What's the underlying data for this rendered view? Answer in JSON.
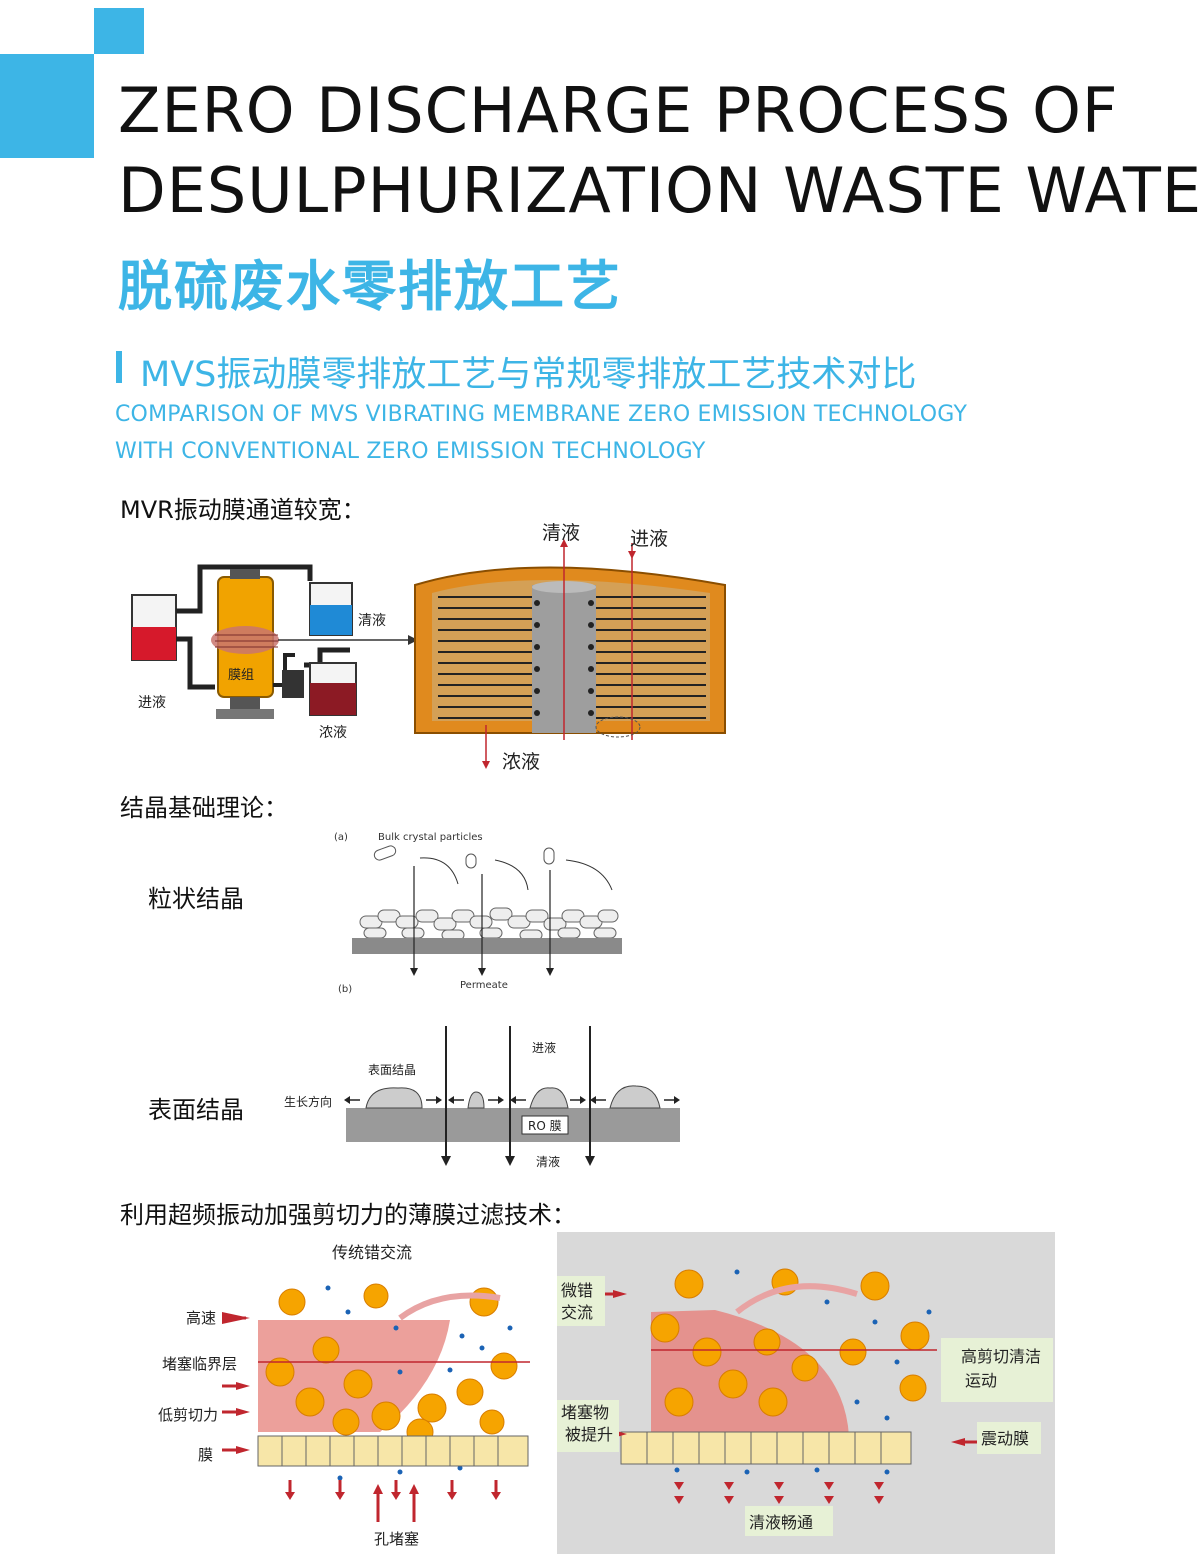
{
  "header": {
    "title_en_line1": "ZERO DISCHARGE PROCESS OF",
    "title_en_line2": "DESULPHURIZATION WASTE WATER",
    "title_cn": "脱硫废水零排放工艺",
    "accent_color": "#3db5e6"
  },
  "section": {
    "title_cn": "MVS振动膜零排放工艺与常规零排放工艺技术对比",
    "title_en_line1": "COMPARISON OF MVS VIBRATING MEMBRANE ZERO EMISSION TECHNOLOGY",
    "title_en_line2": "WITH CONVENTIONAL ZERO EMISSION TECHNOLOGY"
  },
  "fig1": {
    "caption": "MVR振动膜通道较宽：",
    "feed": "进液",
    "clear": "清液",
    "concentrate": "浓液",
    "membrane_group": "膜组",
    "top_clear": "清液",
    "top_feed": "进液",
    "bottom_concentrate": "浓液"
  },
  "fig2": {
    "caption": "结晶基础理论：",
    "granular_label": "粒状结晶",
    "panel_a": "(a)",
    "panel_b": "(b)",
    "bulk": "Bulk crystal particles",
    "permeate": "Permeate"
  },
  "fig3": {
    "surface_label": "表面结晶",
    "feed": "进液",
    "surface_crystal": "表面结晶",
    "growth_direction": "生长方向",
    "ro_membrane": "RO 膜",
    "clear": "清液"
  },
  "fig4": {
    "caption": "利用超频振动加强剪切力的薄膜过滤技术：",
    "left_title": "传统错交流",
    "high_speed": "高速",
    "block_layer": "堵塞临界层",
    "low_shear": "低剪切力",
    "membrane": "膜",
    "pore_block": "孔堵塞",
    "micro_cross_1": "微错",
    "micro_cross_2": "交流",
    "high_shear_1": "高剪切清洁",
    "high_shear_2": "运动",
    "lifted_1": "堵塞物",
    "lifted_2": "被提升",
    "vibrating_membrane": "震动膜",
    "clear_flow": "清液畅通"
  }
}
